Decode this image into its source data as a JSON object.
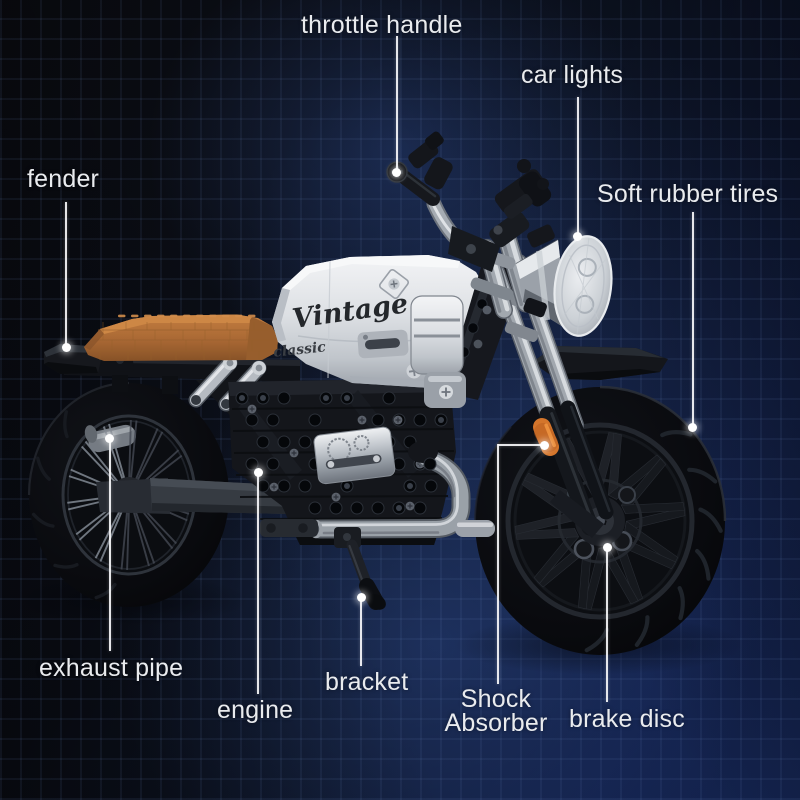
{
  "callouts": {
    "throttle_handle": "throttle handle",
    "car_lights": "car lights",
    "fender": "fender",
    "soft_rubber_tires": "Soft rubber tires",
    "exhaust_pipe": "exhaust pipe",
    "engine": "engine",
    "bracket": "bracket",
    "shock_absorber": "Shock Absorber",
    "brake_disc": "brake disc"
  },
  "tank": {
    "logo": "Vintage",
    "sub_logo": "classic"
  },
  "colors": {
    "background_navy": "#1b2b52",
    "background_dark": "#0a0c10",
    "label_text": "#e9ebee",
    "leader_line": "#f5f6f8",
    "seat_tan": "#b06c36",
    "shock_orange": "#d4752b",
    "tank_white": "#dde0e4"
  }
}
